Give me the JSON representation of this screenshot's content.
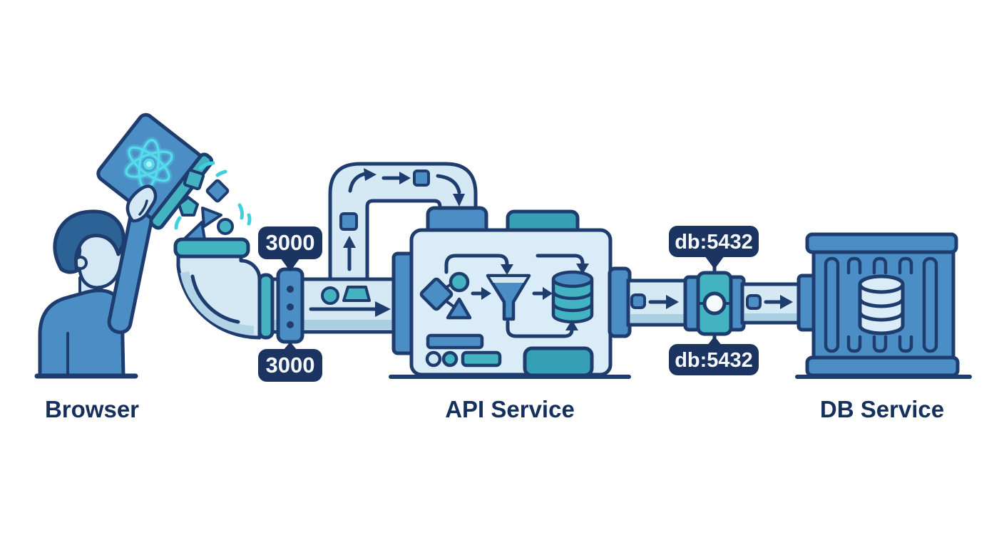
{
  "diagram": {
    "labels": {
      "browser": "Browser",
      "api": "API Service",
      "db": "DB Service"
    },
    "badges": {
      "browser_port_top": "3000",
      "browser_port_bottom": "3000",
      "db_port_top": "db:5432",
      "db_port_bottom": "db:5432"
    },
    "icons": [
      "react-logo-icon",
      "data-bucket-icon",
      "funnel-pipe-icon",
      "port-flange-icon",
      "overhead-pipe-icon",
      "filter-funnel-icon",
      "database-cylinder-icon",
      "valve-icon",
      "container-crate-icon",
      "arrow-icon"
    ],
    "colors": {
      "outline_navy": "#1e3c6e",
      "badge_navy": "#1b3461",
      "label_text": "#16305e",
      "pipe_light": "#d5e9f5",
      "pipe_shade": "#a9cfe2",
      "medium_blue": "#4b8ec5",
      "teal": "#43b3c2",
      "teal_dark": "#35a0b5",
      "react_cyan": "#55dcec",
      "skin_light": "#d3e8f4",
      "hair_blue": "#2d6296",
      "badge_text": "#f4f8fc",
      "background": "#ffffff"
    }
  }
}
